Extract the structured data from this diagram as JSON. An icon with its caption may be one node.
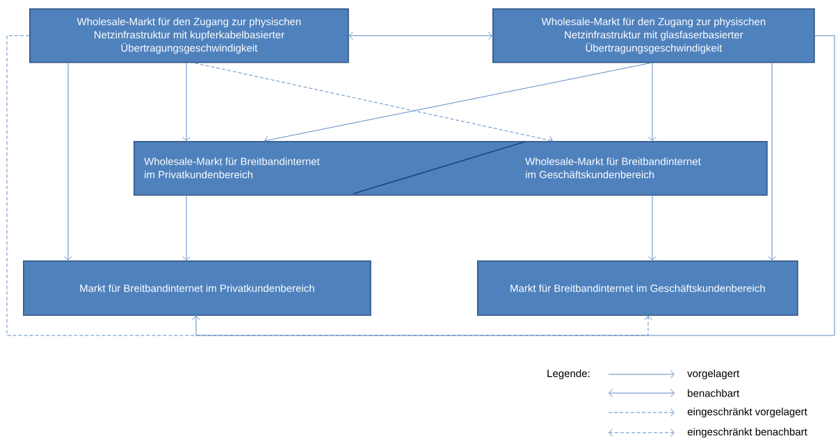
{
  "diagram": {
    "nodes": [
      {
        "text": [
          "Wholesale-Markt für den Zugang zur physischen Netzinfrastruktur mit kupferkabelbasierter Übertragungsgeschwindigkeit"
        ]
      },
      {
        "text": [
          "Wholesale-Markt für den Zugang zur physischen Netzinfrastruktur mit glasfaserbasierter Übertragungsgeschwindigkeit"
        ]
      },
      {
        "text": [],
        "shape": "box"
      },
      {
        "text": [
          "Wholesale-Markt für Breitbandinternet im Privatkundenbereich"
        ],
        "in": 2
      },
      {
        "text": [
          "Wholesale-Markt für Breitbandinternet im Geschäftskundenbereich"
        ],
        "in": 2
      },
      {
        "text": [
          "Markt für Breitbandinternet im Privatkundenbereich"
        ]
      },
      {
        "text": [
          "Markt für Breitbandinternet im Geschäftskundenbereich"
        ]
      }
    ],
    "edges": [
      {
        "from": 0,
        "to": 1,
        "arrow": "both"
      },
      {
        "from": 0,
        "to": 5,
        "arrow": "to"
      },
      {
        "from": 0,
        "to": 3,
        "arrow": "to"
      },
      {
        "from": 0,
        "to": 4,
        "arrow": "to",
        "style": "dashed"
      },
      {
        "from": 1,
        "to": 3,
        "arrow": "to"
      },
      {
        "from": 1,
        "to": 4,
        "arrow": "to"
      },
      {
        "from": 1,
        "to": 6,
        "arrow": "to"
      },
      {
        "from": 3,
        "to": 5,
        "arrow": "to"
      },
      {
        "from": 4,
        "to": 6,
        "arrow": "to"
      },
      {
        "from": 1,
        "to": 5,
        "arrow": "to"
      },
      {
        "from": 0,
        "to": 6,
        "arrow": "to",
        "style": "dashed"
      }
    ],
    "labels": [
      "Legende:"
    ],
    "legend": [
      {
        "text": "vorgelagert"
      },
      {
        "text": "benachbart"
      },
      {
        "text": "eingeschränkt vorgelagert"
      },
      {
        "text": "eingeschränkt benachbart"
      }
    ]
  }
}
